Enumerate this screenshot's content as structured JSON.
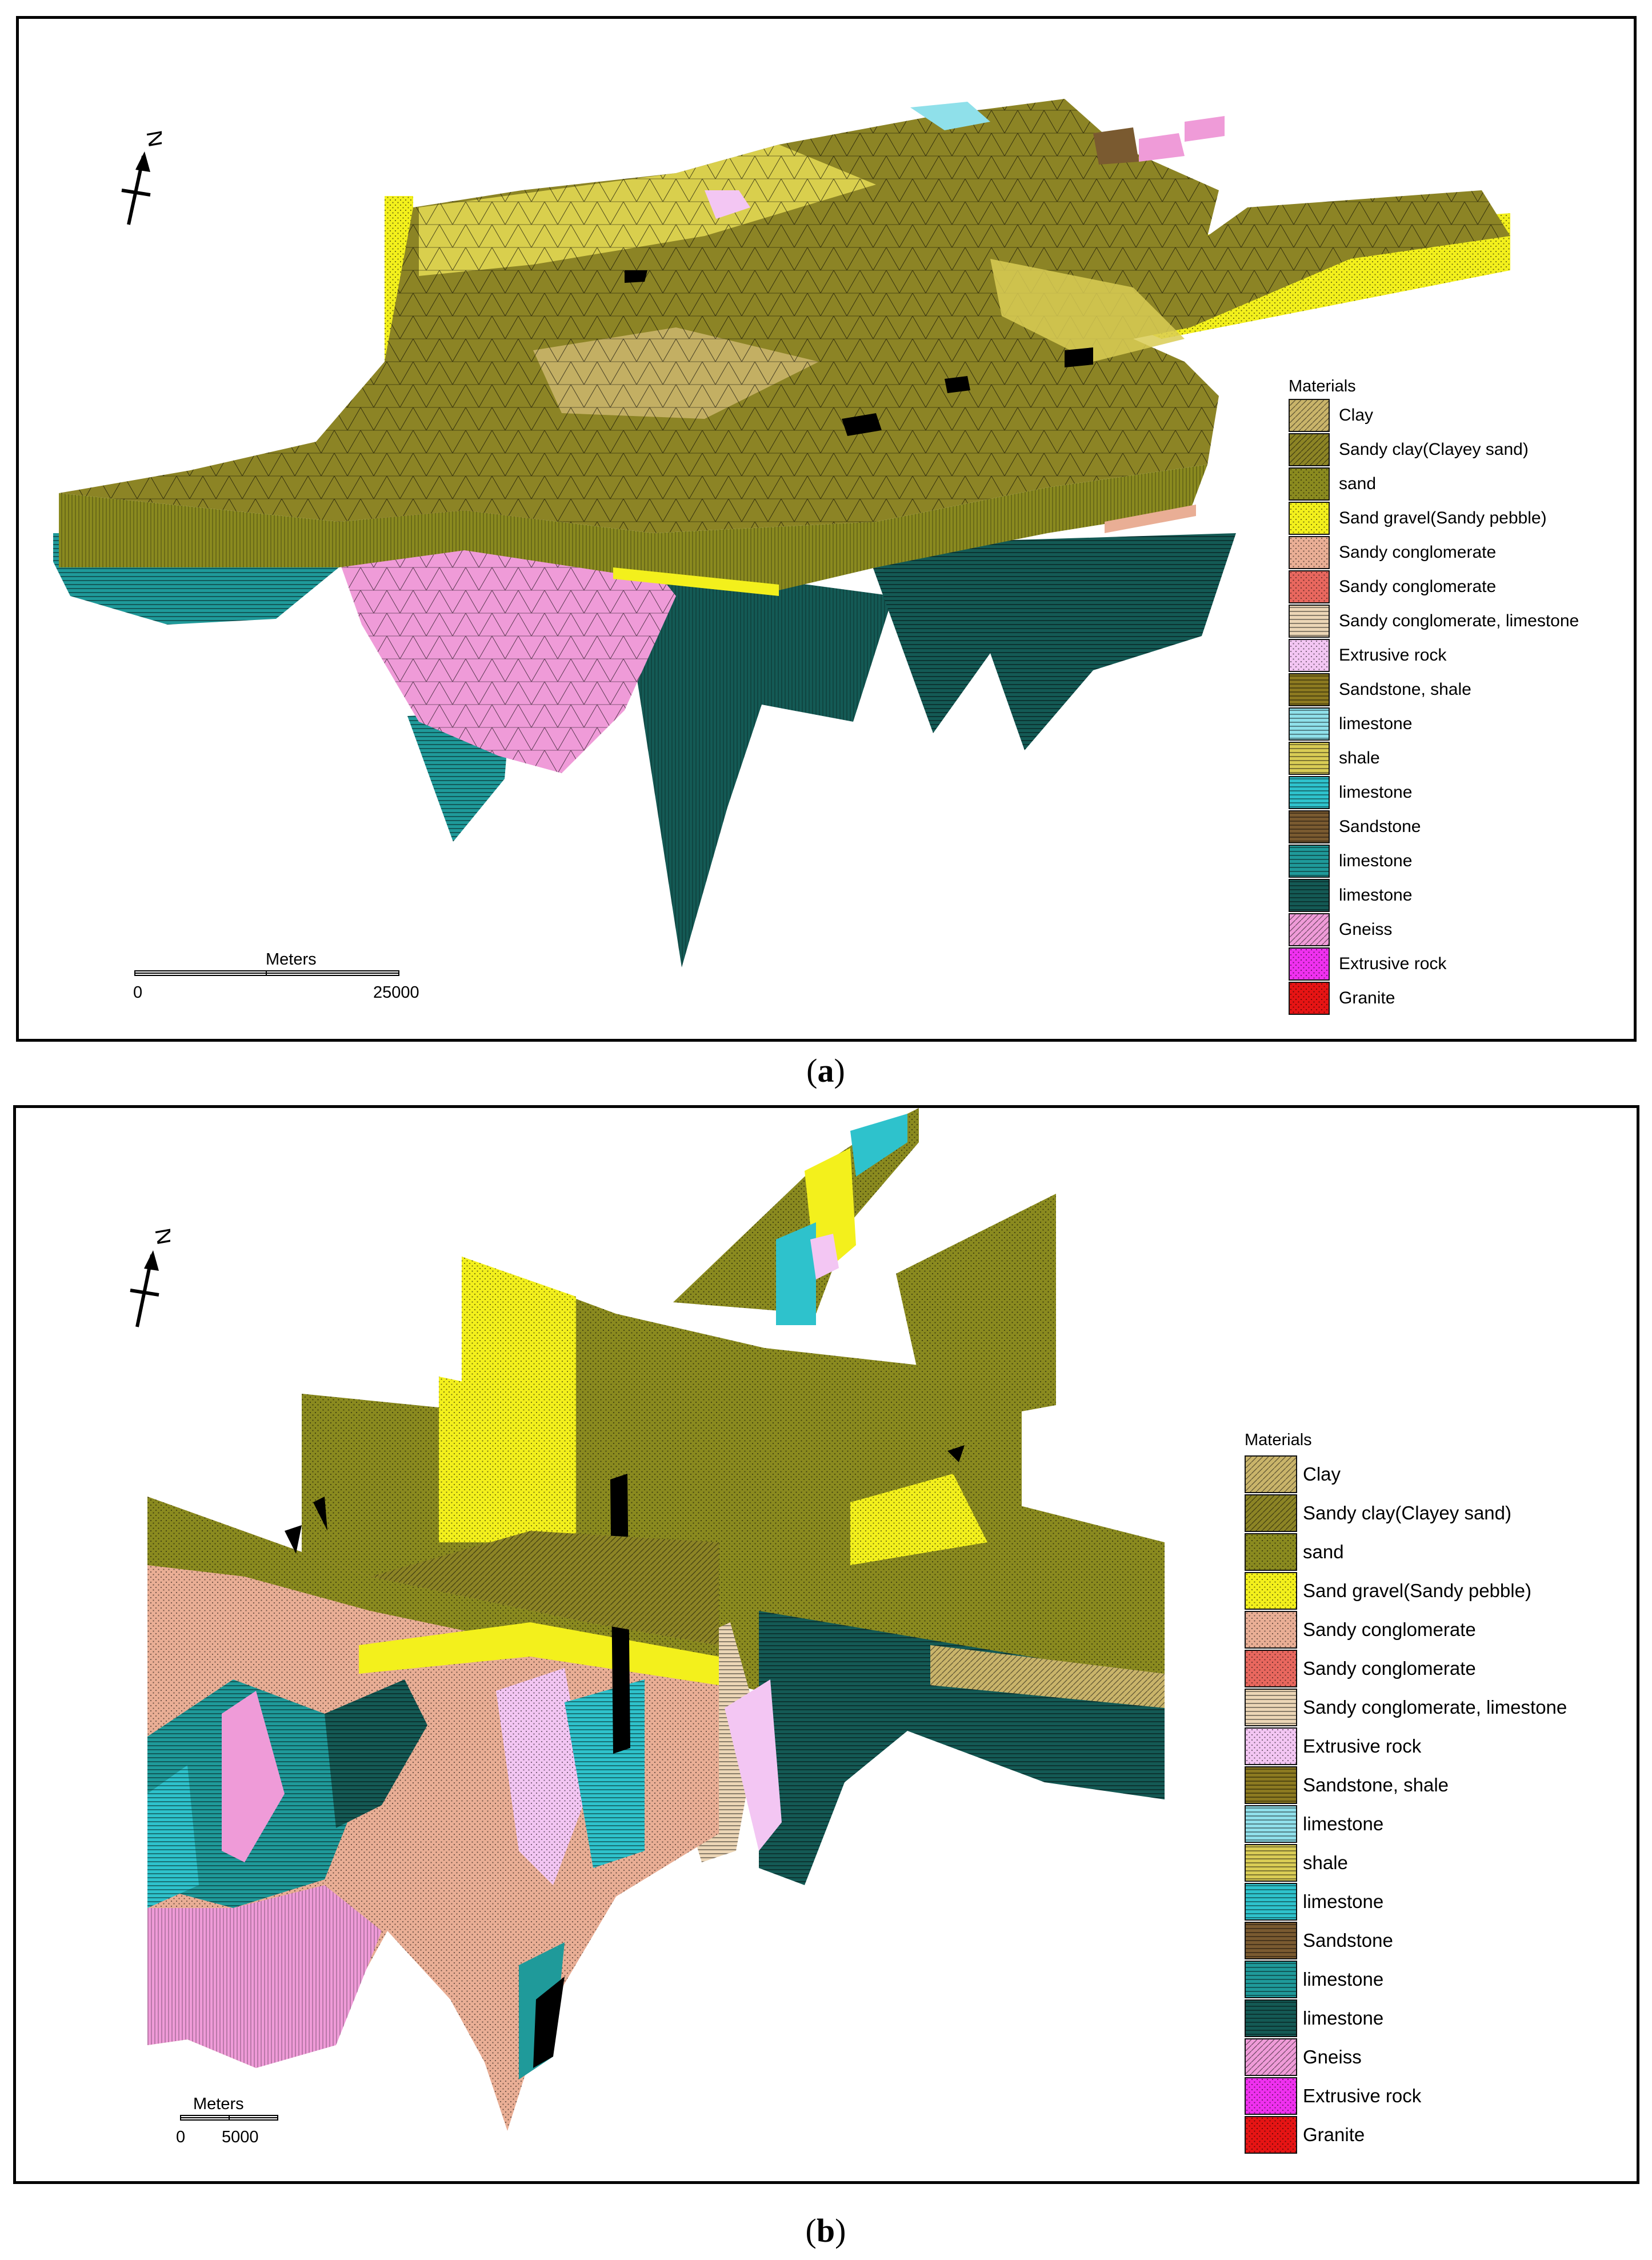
{
  "figure": {
    "panels": [
      {
        "caption_letter": "a",
        "legend_title": "Materials",
        "scale_unit": "Meters",
        "scale_ticks": [
          "0",
          "25000"
        ],
        "north_label": "N"
      },
      {
        "caption_letter": "b",
        "legend_title": "Materials",
        "scale_unit": "Meters",
        "scale_ticks": [
          "0",
          "5000"
        ],
        "north_label": "N"
      }
    ],
    "materials": [
      {
        "label": "Clay",
        "color": "#c9b46a",
        "pattern": "hatch"
      },
      {
        "label": "Sandy clay(Clayey sand)",
        "color": "#8c8425",
        "pattern": "hatch"
      },
      {
        "label": "sand",
        "color": "#8a8a1f",
        "pattern": "dots"
      },
      {
        "label": "Sand gravel(Sandy pebble)",
        "color": "#f3f01c",
        "pattern": "dots"
      },
      {
        "label": "Sandy conglomerate",
        "color": "#e9ae95",
        "pattern": "dots"
      },
      {
        "label": "Sandy conglomerate",
        "color": "#e8675e",
        "pattern": "dots"
      },
      {
        "label": "Sandy conglomerate, limestone",
        "color": "#ecd6b6",
        "pattern": "lines"
      },
      {
        "label": "Extrusive rock",
        "color": "#f3c6f3",
        "pattern": "dots"
      },
      {
        "label": "Sandstone, shale",
        "color": "#8c7a20",
        "pattern": "lines"
      },
      {
        "label": "limestone",
        "color": "#8fe0ea",
        "pattern": "lines"
      },
      {
        "label": "shale",
        "color": "#d9cc55",
        "pattern": "lines"
      },
      {
        "label": "limestone",
        "color": "#2ec2cc",
        "pattern": "lines"
      },
      {
        "label": "Sandstone",
        "color": "#7a5a30",
        "pattern": "lines"
      },
      {
        "label": "limestone",
        "color": "#1f9a9a",
        "pattern": "lines"
      },
      {
        "label": "limestone",
        "color": "#145a55",
        "pattern": "lines"
      },
      {
        "label": "Gneiss",
        "color": "#ef9bd8",
        "pattern": "hatch"
      },
      {
        "label": "Extrusive rock",
        "color": "#ef30ef",
        "pattern": "dots"
      },
      {
        "label": "Granite",
        "color": "#e61414",
        "pattern": "dots"
      }
    ]
  }
}
